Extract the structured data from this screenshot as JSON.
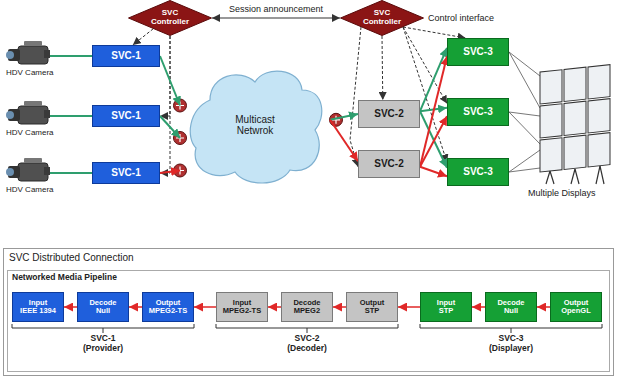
{
  "diagram": {
    "nodes": [
      {
        "text": [
          "SVC Controller"
        ]
      },
      {
        "text": [
          "SVC Controller"
        ]
      },
      {
        "text": [
          "SVC-1"
        ]
      },
      {
        "text": [
          "SVC-1"
        ]
      },
      {
        "text": [
          "SVC-1"
        ]
      },
      {
        "text": [
          "Multicast Netwrok"
        ]
      },
      {
        "text": [
          "SVC-2"
        ]
      },
      {
        "text": [
          "SVC-2"
        ]
      },
      {
        "text": [
          "SVC-3"
        ]
      },
      {
        "text": [
          "SVC-3"
        ]
      },
      {
        "text": [
          "SVC-3"
        ]
      },
      {
        "text": [
          "SVC Distributed Connection"
        ]
      },
      {
        "text": [
          "Networked Media Pipeline"
        ],
        "in": 11
      },
      {
        "text": [
          "Input",
          "IEEE 1394"
        ],
        "in": 12
      },
      {
        "text": [
          "Decode",
          "Null"
        ],
        "in": 12
      },
      {
        "text": [
          "Output",
          "MPEG2-TS"
        ],
        "in": 12
      },
      {
        "text": [
          "Input",
          "MPEG2-TS"
        ],
        "in": 12
      },
      {
        "text": [
          "Decode",
          "MPEG2"
        ],
        "in": 12
      },
      {
        "text": [
          "Output",
          "STP"
        ],
        "in": 12
      },
      {
        "text": [
          "Input",
          "STP"
        ],
        "in": 12
      },
      {
        "text": [
          "Decode",
          "Null"
        ],
        "in": 12
      },
      {
        "text": [
          "Output",
          "OpenGL"
        ],
        "in": 12
      }
    ],
    "edges": [
      {
        "from": 0,
        "to": 1,
        "label": "Session announcement",
        "arrow": "both"
      },
      {
        "from": 0,
        "to": 2,
        "arrow": "to"
      },
      {
        "from": 0,
        "to": 3,
        "arrow": "to"
      },
      {
        "from": 0,
        "to": 4,
        "arrow": "to"
      },
      {
        "from": 1,
        "to": 6,
        "arrow": "to"
      },
      {
        "from": 1,
        "to": 7,
        "arrow": "to"
      },
      {
        "from": 1,
        "to": 8,
        "arrow": "to"
      },
      {
        "from": 1,
        "to": 9,
        "arrow": "to"
      },
      {
        "from": 1,
        "to": 10,
        "arrow": "to"
      },
      {
        "from": 2,
        "to": 5,
        "arrow": "to"
      },
      {
        "from": 3,
        "to": 5,
        "arrow": "to"
      },
      {
        "from": 4,
        "to": 5,
        "arrow": "to"
      },
      {
        "from": 5,
        "to": 6,
        "arrow": "to"
      },
      {
        "from": 5,
        "to": 7,
        "arrow": "to"
      },
      {
        "from": 6,
        "to": 8,
        "arrow": "to"
      },
      {
        "from": 6,
        "to": 9,
        "arrow": "to"
      },
      {
        "from": 6,
        "to": 10,
        "arrow": "to"
      },
      {
        "from": 7,
        "to": 8,
        "arrow": "to"
      },
      {
        "from": 7,
        "to": 9,
        "arrow": "to"
      },
      {
        "from": 7,
        "to": 10,
        "arrow": "to"
      },
      {
        "from": 14,
        "to": 13,
        "arrow": "to"
      },
      {
        "from": 15,
        "to": 14,
        "arrow": "to"
      },
      {
        "from": 16,
        "to": 15,
        "arrow": "to"
      },
      {
        "from": 17,
        "to": 16,
        "arrow": "to"
      },
      {
        "from": 18,
        "to": 17,
        "arrow": "to"
      },
      {
        "from": 19,
        "to": 18,
        "arrow": "to"
      },
      {
        "from": 20,
        "to": 19,
        "arrow": "to"
      },
      {
        "from": 21,
        "to": 20,
        "arrow": "to"
      }
    ],
    "labels": [
      "HDV Camera",
      "HDV Camera",
      "HDV Camera",
      "Control interface",
      "Multiple Displays",
      "SVC-1",
      "(Provider)",
      "SVC-2",
      "(Decoder)",
      "SVC-3",
      "(Displayer)"
    ]
  }
}
